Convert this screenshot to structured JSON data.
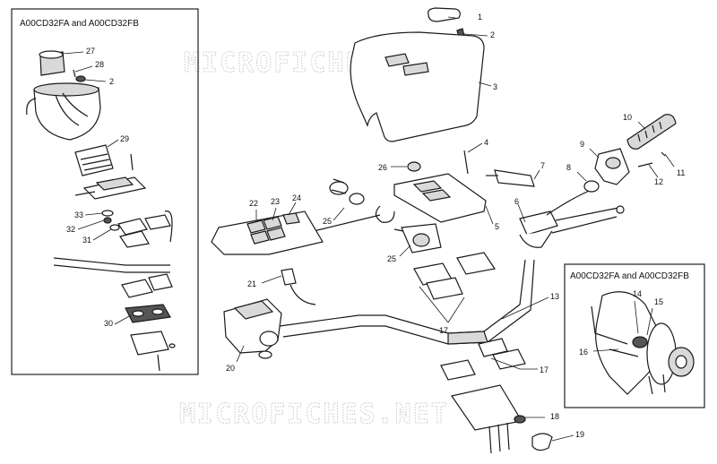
{
  "insets": {
    "left_title": "A00CD32FA and A00CD32FB",
    "right_title": "A00CD32FA and A00CD32FB"
  },
  "watermark": {
    "top": "MICROFICHES.NET",
    "bottom": "MICROFICHES.NET"
  },
  "callouts": {
    "c1": "1",
    "c2a": "2",
    "c3": "3",
    "c4": "4",
    "c5": "5",
    "c6": "6",
    "c7": "7",
    "c8": "8",
    "c9": "9",
    "c10": "10",
    "c11": "11",
    "c12": "12",
    "c13": "13",
    "c14": "14",
    "c15": "15",
    "c16": "16",
    "c17a": "17",
    "c17b": "17",
    "c18": "18",
    "c19": "19",
    "c20": "20",
    "c21": "21",
    "c22": "22",
    "c23": "23",
    "c24": "24",
    "c25a": "25",
    "c25b": "25",
    "c26": "26",
    "c27": "27",
    "c28": "28",
    "c2b": "2",
    "c29": "29",
    "c30": "30",
    "c31": "31",
    "c32": "32",
    "c33": "33"
  }
}
